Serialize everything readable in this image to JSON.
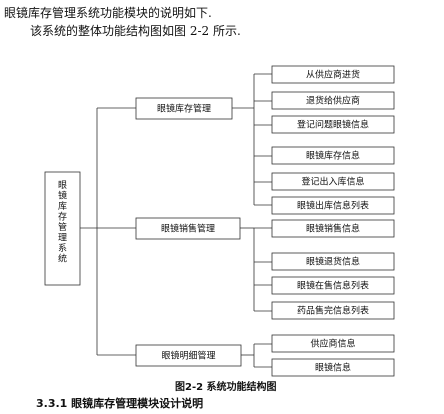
{
  "intro": {
    "line1": "眼镜库存管理系统功能模块的说明如下.",
    "line2": "该系统的整体功能结构图如图 2-2 所示."
  },
  "diagram": {
    "root": "眼镜库存管理系统",
    "modules": [
      {
        "label": "眼镜库存管理",
        "children": [
          "从供应商进货",
          "退货给供应商",
          "登记问题眼镜信息",
          "眼镜库存信息",
          "登记出入库信息",
          "眼镜出库信息列表"
        ]
      },
      {
        "label": "眼镜销售管理",
        "children": [
          "眼镜销售信息",
          "眼镜退货信息",
          "眼镜在售信息列表",
          "药品售完信息列表"
        ]
      },
      {
        "label": "眼镜明细管理",
        "children": [
          "供应商信息",
          "眼镜信息"
        ]
      }
    ]
  },
  "caption": "图2-2 系统功能结构图",
  "section_heading": "3.3.1 眼镜库存管理模块设计说明"
}
